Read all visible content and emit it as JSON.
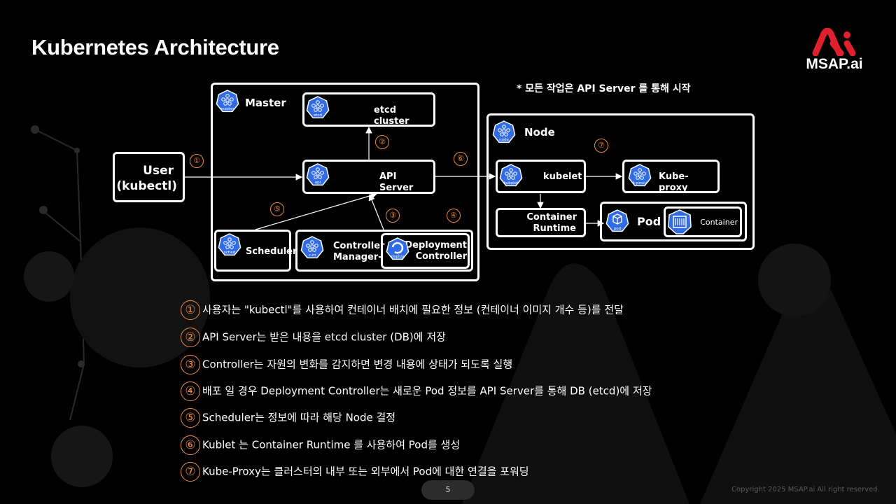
{
  "title": "Kubernetes Architecture",
  "brand": {
    "name": "MSAP.ai",
    "accent": "#e0202e"
  },
  "note": "* 모든 작업은 API Server 를 통해 시작",
  "user": {
    "line1": "User",
    "line2": "(kubectl)"
  },
  "master": {
    "label": "Master",
    "etcd": "etcd cluster",
    "api_server": "API Server",
    "scheduler": "Scheduler",
    "controller_manager": {
      "line1": "Controller",
      "line2": "Manager-"
    },
    "deployment_controller": {
      "line1": "Deployment",
      "line2": "Controller"
    }
  },
  "node": {
    "label": "Node",
    "kubelet": "kubelet",
    "kube_proxy": "Kube-proxy",
    "container_runtime": {
      "line1": "Container",
      "line2": "Runtime"
    },
    "pod": "Pod",
    "container": "Container"
  },
  "icon_labels": {
    "master": "master",
    "etcd": "etcd",
    "api": "api",
    "sched": "sched",
    "cm": "c-m",
    "deploy": "deploy",
    "node": "node",
    "kubelet": "kubelet",
    "kproxy": "k-proxy",
    "pod": "pod"
  },
  "steps": [
    "①",
    "②",
    "③",
    "④",
    "⑤",
    "⑥",
    "⑦"
  ],
  "descriptions": [
    "사용자는 \"kubectl\"를 사용하여 컨테이너 배치에 필요한 정보 (컨테이너 이미지 개수 등)를 전달",
    "API Server는 받은 내용을 etcd cluster (DB)에 저장",
    "Controller는 자원의 변화를 감지하면 변경 내용에 상태가 되도록 실행",
    "배포 일 경우 Deployment Controller는 새로운 Pod 정보를 API Server를 통해 DB (etcd)에 저장",
    "Scheduler는 정보에 따라 해당 Node 결정",
    "Kublet 는  Container Runtime 를 사용하여 Pod를 생성",
    "Kube-Proxy는 클러스터의 내부 또는 외부에서 Pod에 대한 연결을 포워딩"
  ],
  "colors": {
    "step": "#f08a3c",
    "k8s_icon": "#326ce5"
  },
  "page_number": "5",
  "copyright": "Copyright 2025 MSAP.ai All right reserved."
}
